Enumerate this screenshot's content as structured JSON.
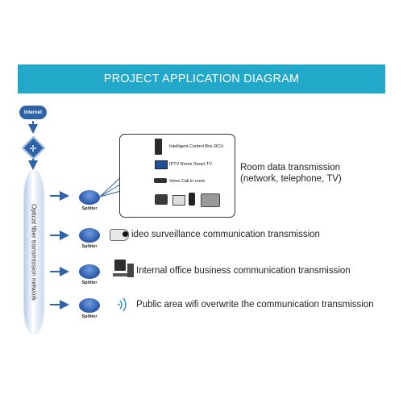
{
  "banner": {
    "title": "PROJECT APPLICATION DIAGRAM"
  },
  "internet": {
    "label": "Internet"
  },
  "fiber": {
    "label": "Optical fiber transmission network"
  },
  "splitter_label": "Splitter",
  "room_devices": {
    "rcu": "Intelligent Control Box RCU",
    "tv": "IPTV Room Smart TV",
    "voice": "Voice Call in room"
  },
  "rows": {
    "room_line1": "Room data transmission",
    "room_line2": "(network, telephone, TV)",
    "video": "ideo surveillance communication transmission",
    "office": "Internal office business communication transmission",
    "wifi": "Public area wifi overwrite the communication transmission"
  },
  "colors": {
    "banner": "#22a8c8",
    "network_blue": "#2f63a8",
    "arrow": "#2f63a8"
  },
  "icons": [
    "internet-cloud-icon",
    "router-icon",
    "splitter-icon",
    "rcu-box-icon",
    "tv-icon",
    "phone-icon",
    "camera-icon",
    "desktop-computer-icon",
    "wifi-icon"
  ]
}
